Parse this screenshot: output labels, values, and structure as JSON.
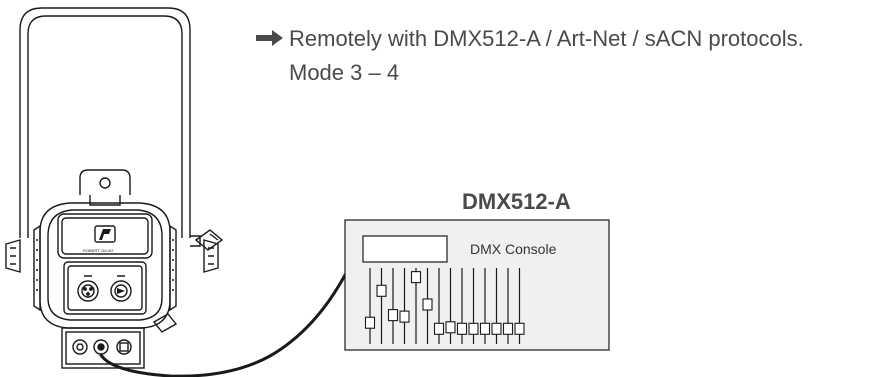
{
  "instruction": {
    "line1": "Remotely with DMX512-A / Art-Net / sACN protocols.",
    "line2": "Mode 3 – 4",
    "arrow_icon": "right-arrow"
  },
  "console": {
    "title": "DMX512-A",
    "label": "DMX Console",
    "fader_count": 14,
    "fader_levels": [
      0.72,
      0.3,
      0.62,
      0.64,
      0.12,
      0.48,
      0.8,
      0.78,
      0.8,
      0.8,
      0.8,
      0.8,
      0.8,
      0.8
    ]
  },
  "fixture": {
    "brand_text": "ROBERT JULIAT",
    "logo_name": "rj-logo-icon"
  },
  "colors": {
    "line": "#1a1a1a",
    "console_fill": "#f0f0f0",
    "text": "#4a4a4a"
  }
}
